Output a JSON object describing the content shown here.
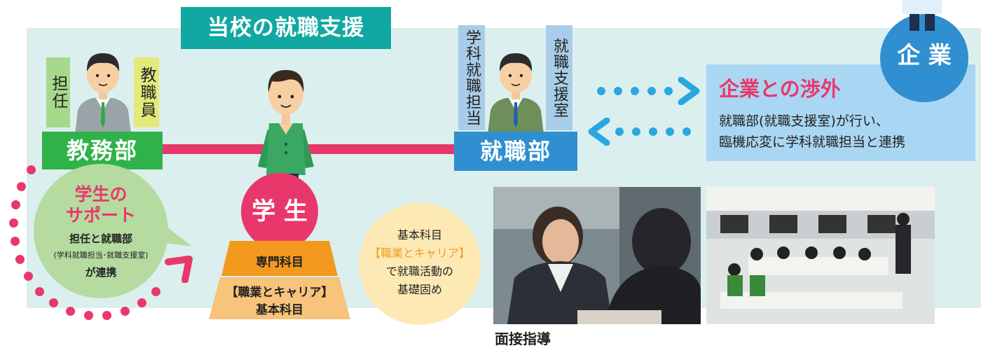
{
  "title": "当校の就職支援",
  "kyomu": {
    "tag_left": "担任",
    "tag_right": "教職員",
    "label": "教務部"
  },
  "shushoku": {
    "tag_left": "学科就職担当",
    "tag_right": "就職支援室",
    "label": "就職部"
  },
  "student": {
    "label": "学 生",
    "pyramid_top": "専門科目",
    "pyramid_bottom_line1": "【職業とキャリア】",
    "pyramid_bottom_line2": "基本科目"
  },
  "support_bubble": {
    "title_line1": "学生の",
    "title_line2": "サポート",
    "line1": "担任と就職部",
    "line2": "(学科就職担当･就職支援室)",
    "line3": "が連携"
  },
  "basic_bubble": {
    "line1": "基本科目",
    "line2": "【職業とキャリア】",
    "line3": "で就職活動の",
    "line4": "基礎固め"
  },
  "company": {
    "circle_label": "企 業",
    "box_title": "企業との渉外",
    "box_line1": "就職部(就職支援室)が行い、",
    "box_line2": "臨機応変に学科就職担当と連携"
  },
  "photo_caption": "面接指導",
  "colors": {
    "teal": "#10a8a0",
    "green": "#2fb24a",
    "blue": "#2f8fd0",
    "red": "#e8386b",
    "orange": "#f39a1e",
    "band": "#dcefef"
  }
}
